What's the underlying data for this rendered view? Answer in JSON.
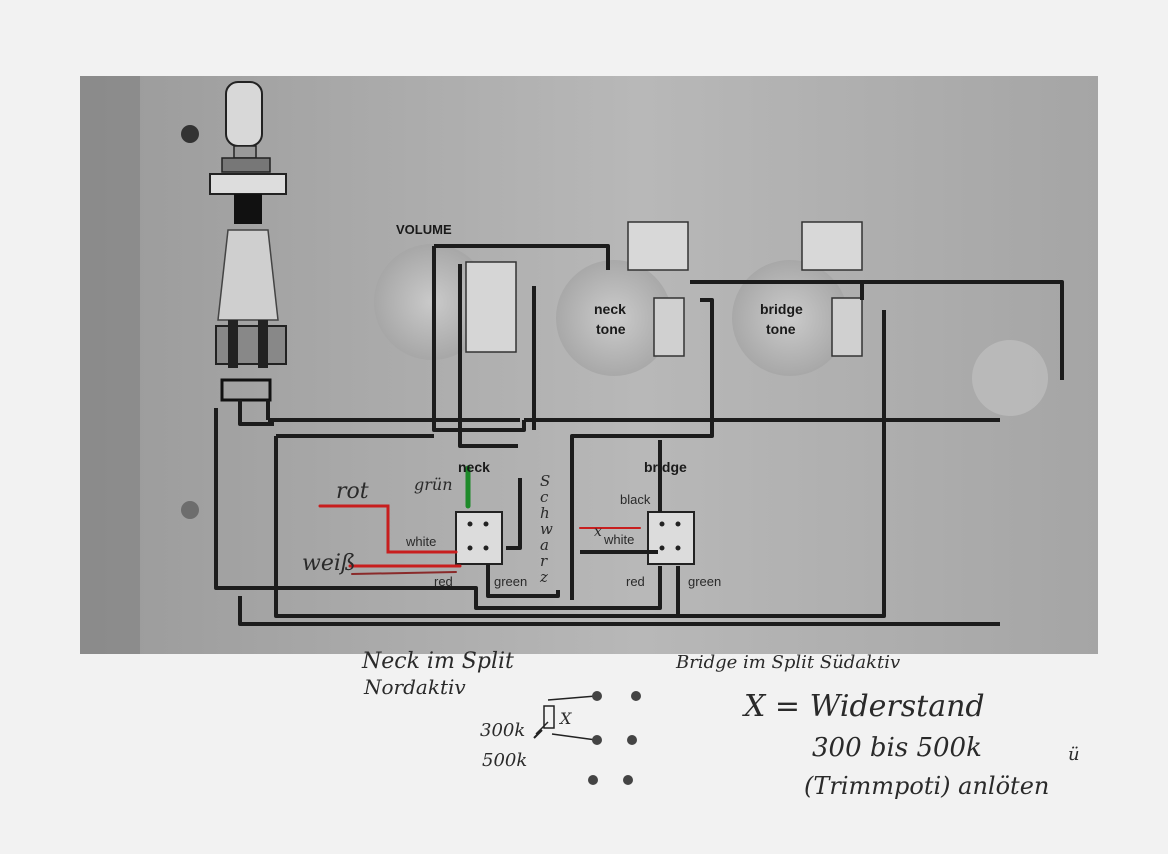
{
  "diagram": {
    "printed_labels": {
      "volume": "VOLUME",
      "neck_tone_1": "neck",
      "neck_tone_2": "tone",
      "bridge_tone_1": "bridge",
      "bridge_tone_2": "tone",
      "neck": "neck",
      "bridge": "bridge",
      "white_neck": "white",
      "red_neck": "red",
      "green_neck": "green",
      "black_bridge": "black",
      "white_bridge": "white",
      "red_bridge": "red",
      "green_bridge": "green"
    },
    "handwritten_labels": {
      "rot": "rot",
      "weiss": "weiß",
      "gruen": "grün",
      "schwarz_letters": [
        "S",
        "c",
        "h",
        "w",
        "a",
        "r",
        "z"
      ],
      "neck_split_1": "Neck im Split",
      "neck_split_2": "Nordaktiv",
      "bridge_split": "Bridge im Split Südaktiv",
      "x_eq": "X = Widerstand",
      "range": "300 bis 500k",
      "trimm": "(Trimmpoti) anlöten",
      "umlaut_hint": "ü",
      "r300": "300k",
      "r500": "500k",
      "x_mark": "X",
      "x_mark_small": "x"
    },
    "wire_colors": {
      "red": "#c81e1e",
      "green": "#1e8a2a",
      "wire": "#1c1c1c"
    }
  }
}
